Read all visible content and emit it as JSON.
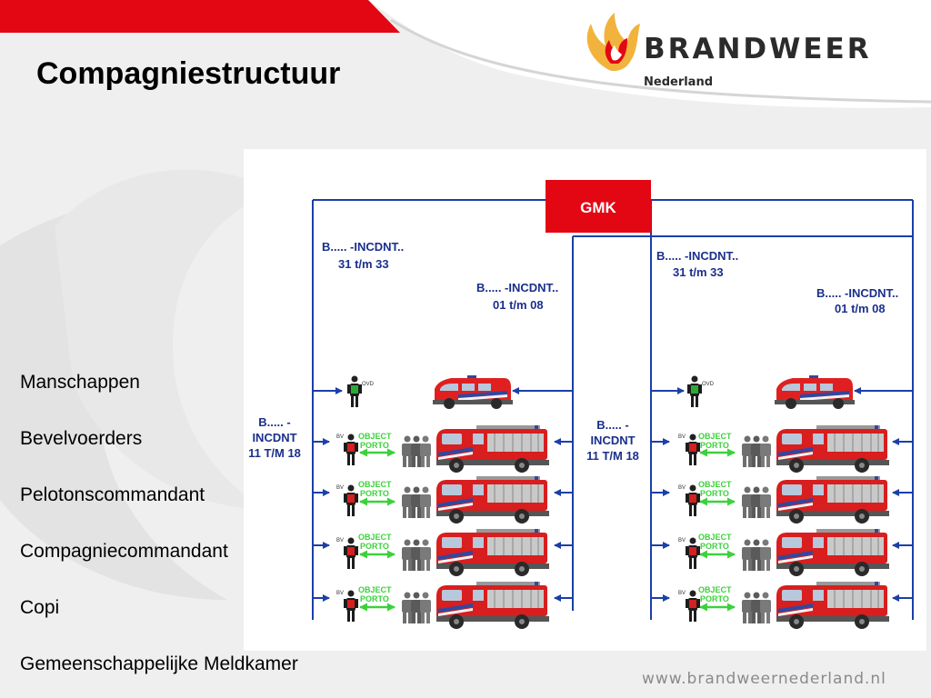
{
  "slide": {
    "title": "Compagniestructuur",
    "logo": {
      "name": "BRANDWEER",
      "subtitle": "Nederland"
    },
    "labels": [
      "Manschappen",
      "Bevelvoerders",
      "Pelotonscommandant",
      "Compagniecommandant",
      "Copi",
      "Gemeenschappelijke Meldkamer"
    ],
    "footer_url": "www.brandweernederland.nl"
  },
  "colors": {
    "brand_red": "#e30613",
    "gold": "#f2b33d",
    "line_blue": "#1c3fa8",
    "text_blue": "#1a2f8c",
    "arrow_green": "#3cd13c"
  },
  "diagram": {
    "center_node": "GMK",
    "left_top_channel": {
      "line1": "B..... -INCDNT..",
      "line2": "31 t/m 33"
    },
    "left_second_channel": {
      "line1": "B..... -INCDNT..",
      "line2": "01 t/m 08"
    },
    "right_top_channel": {
      "line1": "B..... -INCDNT..",
      "line2": "31 t/m 33"
    },
    "right_second_channel": {
      "line1": "B..... -INCDNT..",
      "line2": "01 t/m 08"
    },
    "left_side_channel": {
      "line1": "B..... -",
      "line2": "INCDNT",
      "line3": "11 T/M 18"
    },
    "center_side_channel": {
      "line1": "B..... -",
      "line2": "INCDNT",
      "line3": "11 T/M 18"
    },
    "ovd_label": "OVD",
    "bv_label": "BV",
    "object_label": "OBJECT",
    "porto_label": "PORTO"
  }
}
